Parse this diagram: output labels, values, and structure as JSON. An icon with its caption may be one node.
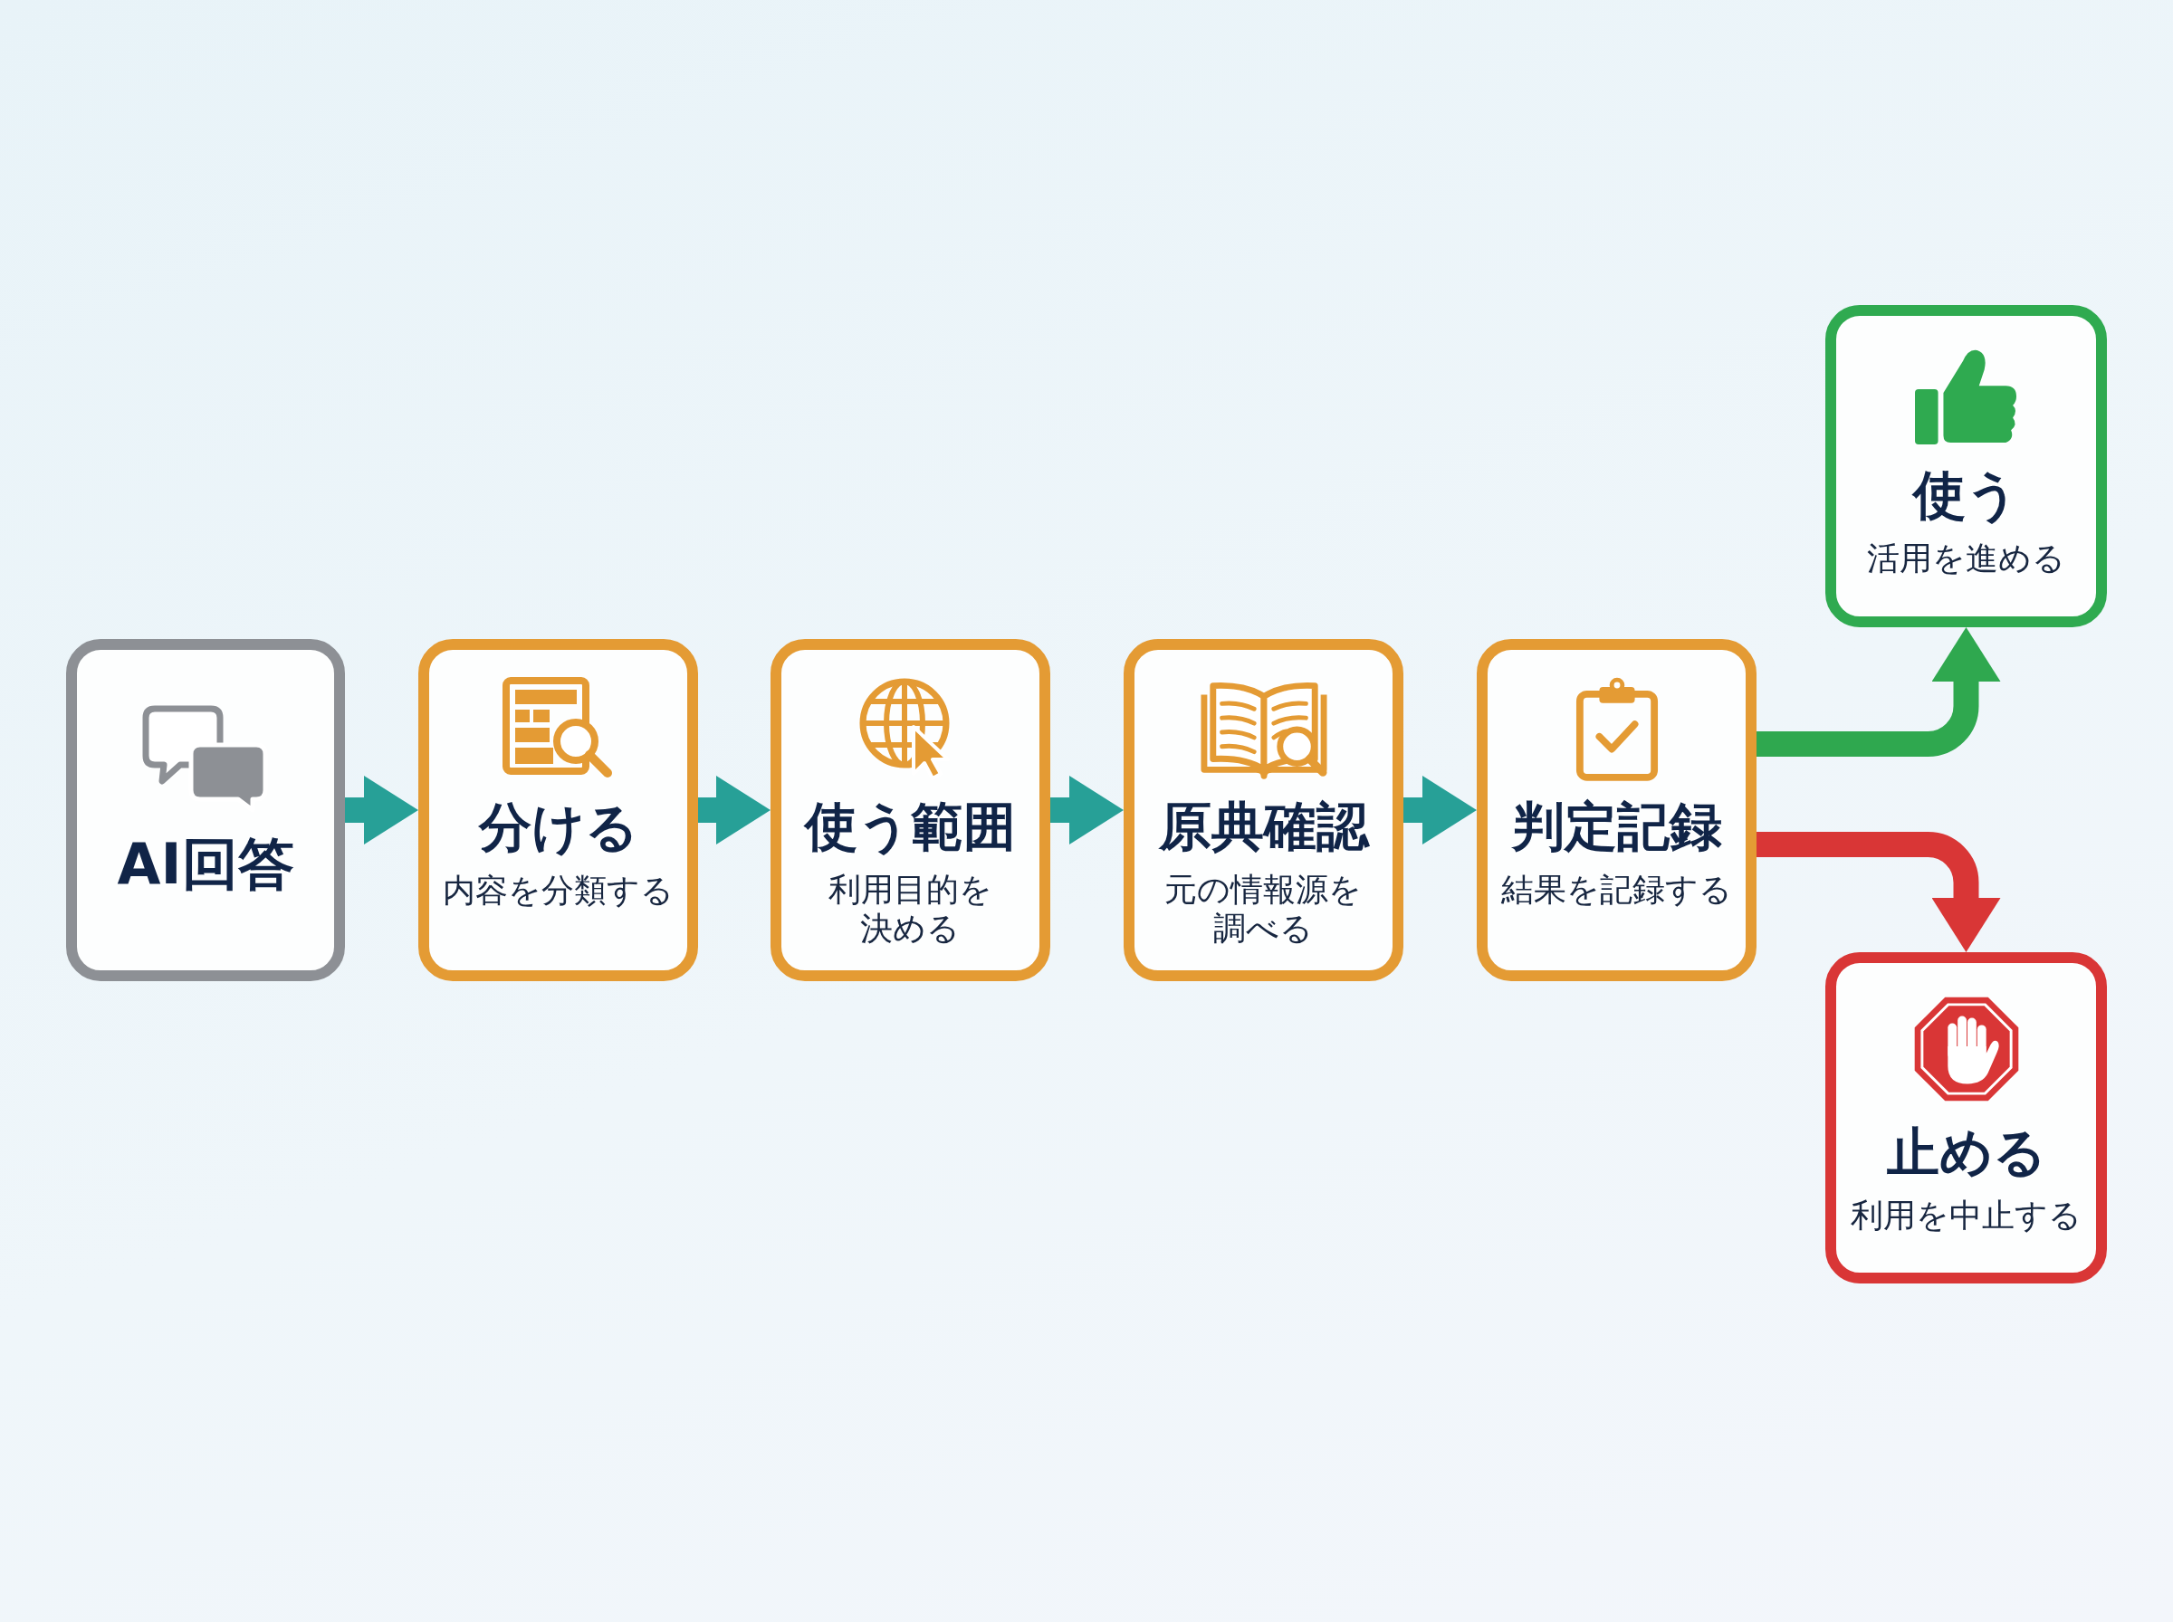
{
  "diagram": {
    "nodes": [
      {
        "text": [
          "AI回答"
        ]
      },
      {
        "text": [
          "分ける",
          "内容を分類する"
        ]
      },
      {
        "text": [
          "使う範囲",
          "利用目的を決める"
        ]
      },
      {
        "text": [
          "原典確認",
          "元の情報源を調べる"
        ]
      },
      {
        "text": [
          "判定記録",
          "結果を記録する"
        ]
      },
      {
        "text": [
          "使う",
          "活用を進める"
        ]
      },
      {
        "text": [
          "止める",
          "利用を中止する"
        ]
      }
    ],
    "edges": [
      {
        "from": 0,
        "to": 1,
        "arrow": "to"
      },
      {
        "from": 1,
        "to": 2,
        "arrow": "to"
      },
      {
        "from": 2,
        "to": 3,
        "arrow": "to"
      },
      {
        "from": 3,
        "to": 4,
        "arrow": "to"
      },
      {
        "from": 4,
        "to": 5,
        "arrow": "to",
        "color": "#2fa84f"
      },
      {
        "from": 4,
        "to": 6,
        "arrow": "to",
        "color": "#d93636"
      }
    ]
  }
}
